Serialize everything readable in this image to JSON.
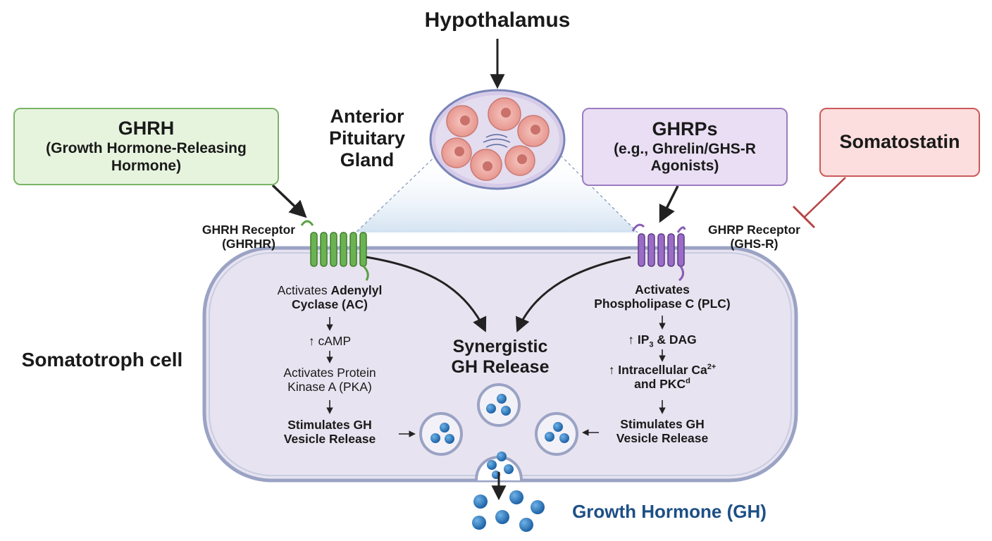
{
  "title_top": "Hypothalamus",
  "pituitary_label": [
    "Anterior",
    "Pituitary",
    "Gland"
  ],
  "ghrh_box": {
    "line1": "GHRH",
    "line2": "(Growth Hormone-Releasing",
    "line3": "Hormone)"
  },
  "ghrps_box": {
    "line1": "GHRPs",
    "line2": "(e.g., Ghrelin/GHS-R",
    "line3": "Agonists)"
  },
  "somatostatin_box": {
    "label": "Somatostatin"
  },
  "ghrh_receptor": {
    "line1": "GHRH Receptor",
    "line2": "(GHRHR)"
  },
  "ghrp_receptor": {
    "line1": "GHRP Receptor",
    "line2": "(GHS-R)"
  },
  "cell_label": "Somatotroph cell",
  "left_pathway": {
    "step1_a": "Activates ",
    "step1_b": "Adenylyl",
    "step1_c": "Cyclase (AC)",
    "step2": "↑ cAMP",
    "step3_a": "Activates Protein",
    "step3_b": "Kinase A (PKA)",
    "step4_a": "Stimulates GH",
    "step4_b": "Vesicle Release"
  },
  "right_pathway": {
    "step1_a": "Activates",
    "step1_b": "Phospholipase C (PLC)",
    "step2_a": "↑ IP",
    "step2_sub": "3",
    "step2_b": " & DAG",
    "step3_a": "↑ Intracellular Ca",
    "step3_sup": "2+",
    "step3_b": "and PKC",
    "step3_sup2": "d",
    "step4_a": "Stimulates GH",
    "step4_b": "Vesicle Release"
  },
  "synergy": {
    "line1": "Synergistic",
    "line2": "GH Release"
  },
  "gh_label": "Growth Hormone (GH)",
  "colors": {
    "ghrh_fill": "#e6f4de",
    "ghrh_border": "#7bb467",
    "ghrps_fill": "#e9def3",
    "ghrps_border": "#9b7cc0",
    "somato_fill": "#fbdedd",
    "somato_border": "#cc5a5a",
    "cell_fill": "#e8e3f0",
    "cell_border": "#9aa3c4",
    "vesicle_dot": "#2f7fc1",
    "gh_text": "#1d4f86",
    "green_receptor": "#5aa043",
    "purple_receptor": "#8a5cb5"
  }
}
